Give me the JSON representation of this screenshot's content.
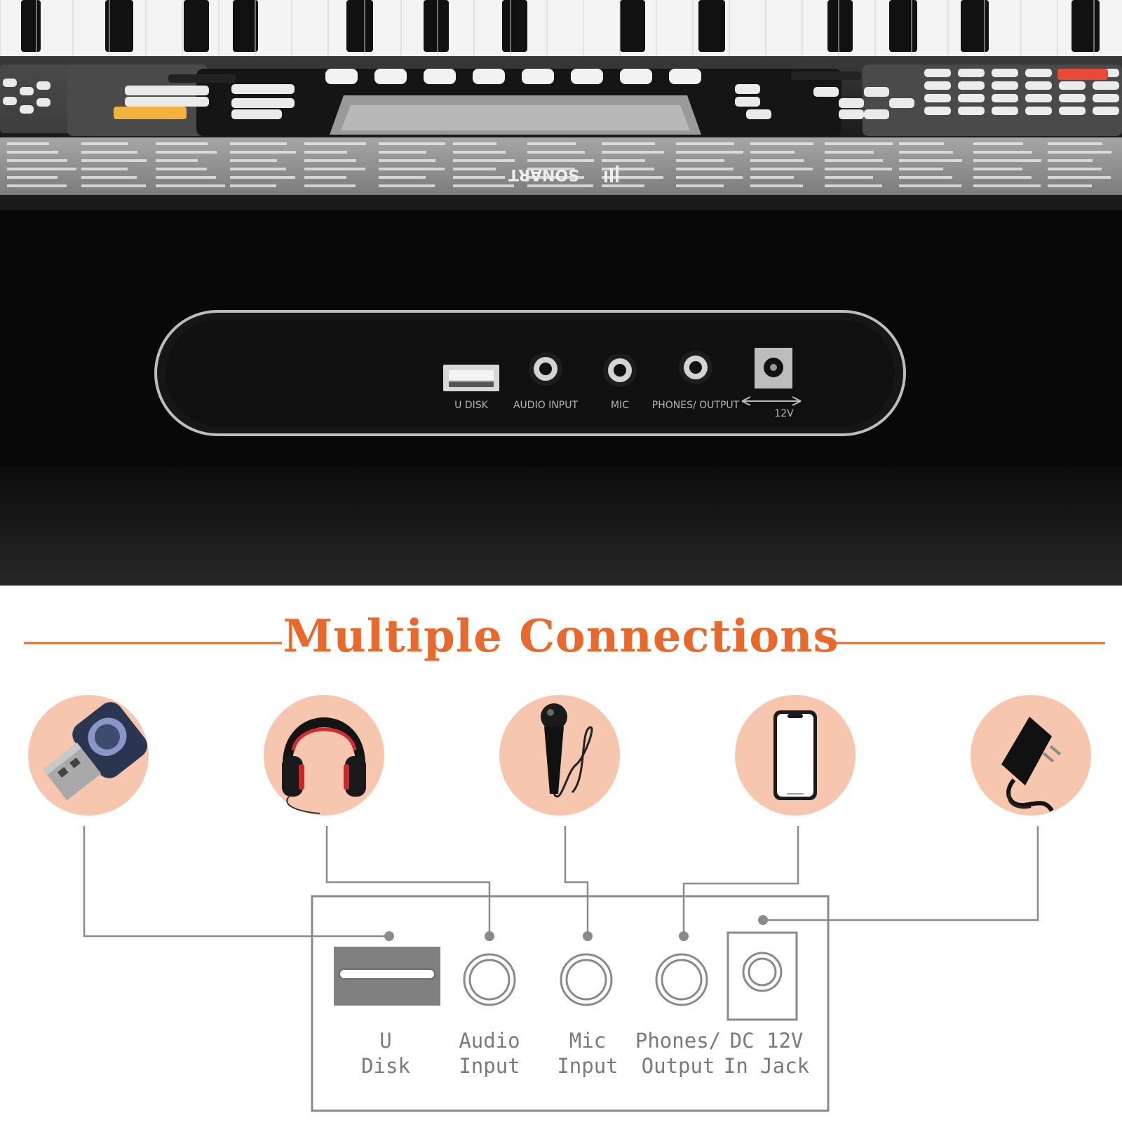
{
  "colors": {
    "accent": "#e8692b",
    "circle_bg": "#f6c6ae",
    "line_gray": "#8a8a8a",
    "keyboard_body": "#0c0c0c",
    "panel_silver": "#8e8e8e"
  },
  "photo": {
    "brand_text": "SONART",
    "back_panel_ports": [
      {
        "icon": "usb-port-icon",
        "label": "U DISK"
      },
      {
        "icon": "audio-jack-icon",
        "label": "AUDIO INPUT"
      },
      {
        "icon": "mic-jack-icon",
        "label": "MIC"
      },
      {
        "icon": "headphone-jack-icon",
        "label": "PHONES/ OUTPUT"
      },
      {
        "icon": "dc-jack-icon",
        "label": "12V"
      }
    ]
  },
  "headline": "Multiple Connections",
  "device_icons": [
    "usb-drive-icon",
    "headphones-icon",
    "microphone-icon",
    "smartphone-icon",
    "power-adapter-icon"
  ],
  "port_labels": [
    {
      "line1": "U",
      "line2": "Disk"
    },
    {
      "line1": "Audio",
      "line2": "Input"
    },
    {
      "line1": "Mic",
      "line2": "Input"
    },
    {
      "line1": "Phones/",
      "line2": "Output"
    },
    {
      "line1": "DC 12V",
      "line2": "In Jack"
    }
  ]
}
